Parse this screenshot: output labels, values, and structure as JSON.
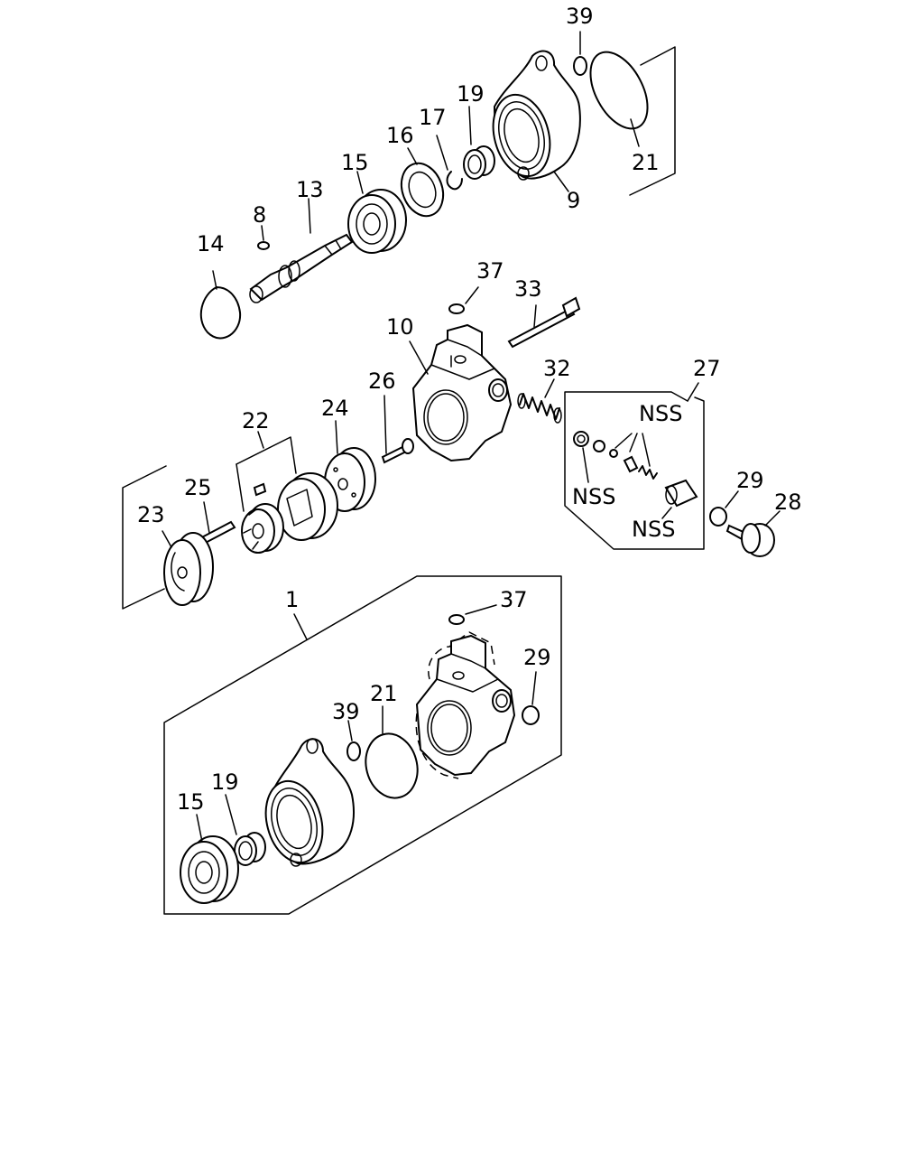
{
  "callouts": {
    "c39a": "39",
    "c21a": "21",
    "c19a": "19",
    "c17": "17",
    "c16": "16",
    "c15a": "15",
    "c13": "13",
    "c8": "8",
    "c14": "14",
    "c9": "9",
    "c37a": "37",
    "c33": "33",
    "c10": "10",
    "c32": "32",
    "c27": "27",
    "c26": "26",
    "c24": "24",
    "c22": "22",
    "c25": "25",
    "c23": "23",
    "nss1": "NSS",
    "nss2": "NSS",
    "nss3": "NSS",
    "c29a": "29",
    "c28": "28",
    "c1": "1",
    "c37b": "37",
    "c29b": "29",
    "c39b": "39",
    "c21b": "21",
    "c19b": "19",
    "c15b": "15"
  },
  "icons": {
    "pump-housing": "pump-housing-icon",
    "bearing": "ball-bearing-icon",
    "o-ring": "o-ring-icon"
  }
}
